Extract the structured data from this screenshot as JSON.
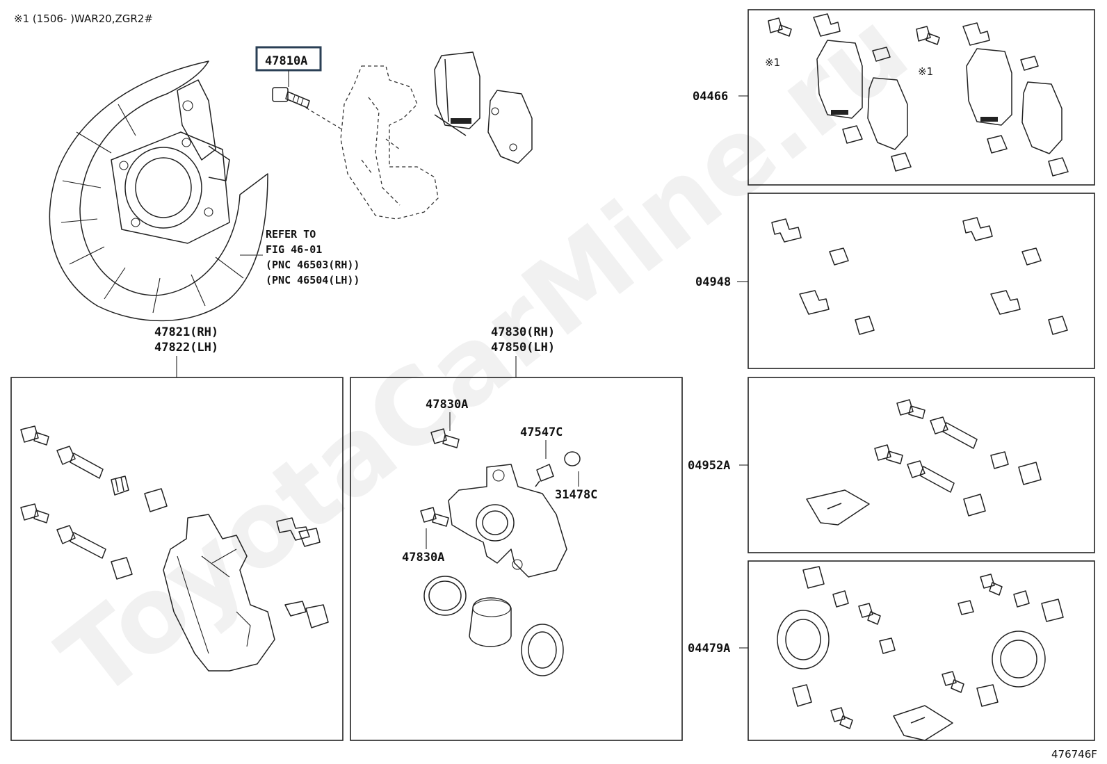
{
  "header_note": "※1 (1506-        )WAR20,ZGR2#",
  "figure_id": "476746F",
  "watermark": "ToyotaCarMine.ru",
  "callouts": {
    "bolt_top": "47810A",
    "caliper_mount_rh": "47821(RH)",
    "caliper_mount_lh": "47822(LH)",
    "caliper_rh": "47830(RH)",
    "caliper_lh": "47850(LH)",
    "caliper_bolt_upper": "47830A",
    "caliper_bolt_lower": "47830A",
    "bleeder_plug": "47547C",
    "bleeder_cap": "31478C"
  },
  "refer_note": [
    "REFER TO",
    "FIG 46-01",
    "(PNC 46503(RH))",
    "(PNC 46504(LH))"
  ],
  "kits": [
    {
      "code": "04466",
      "mark_left": "※1",
      "mark_right": "※1"
    },
    {
      "code": "04948"
    },
    {
      "code": "04952A"
    },
    {
      "code": "04479A"
    }
  ],
  "colors": {
    "highlight_frame": "#2a3f55",
    "line": "#222222"
  }
}
